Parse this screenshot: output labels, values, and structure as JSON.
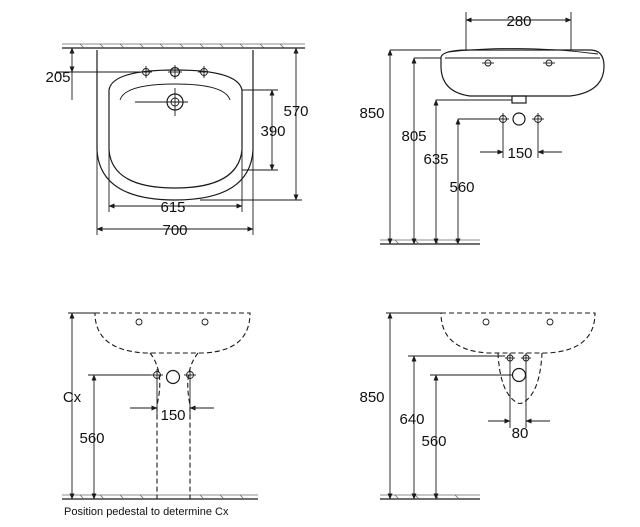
{
  "views": {
    "top_view": {
      "dims": {
        "depth_to_tap_holes": "205",
        "overall_depth": "570",
        "bowl_depth": "390",
        "bowl_width": "615",
        "overall_width": "700"
      }
    },
    "side_view": {
      "dims": {
        "basin_width": "280",
        "rim_height": "850",
        "waste_height": "805",
        "supply_height": "635",
        "trap_height": "560",
        "supply_spacing": "150"
      }
    },
    "pedestal_front_view": {
      "dims": {
        "pedestal_offset": "Cx",
        "supply_height": "560",
        "supply_spacing": "150"
      },
      "note": "Position pedestal to determine Cx"
    },
    "semi_pedestal_view": {
      "dims": {
        "rim_height": "850",
        "waste_height": "640",
        "supply_height": "560",
        "supply_spacing": "80"
      }
    }
  }
}
